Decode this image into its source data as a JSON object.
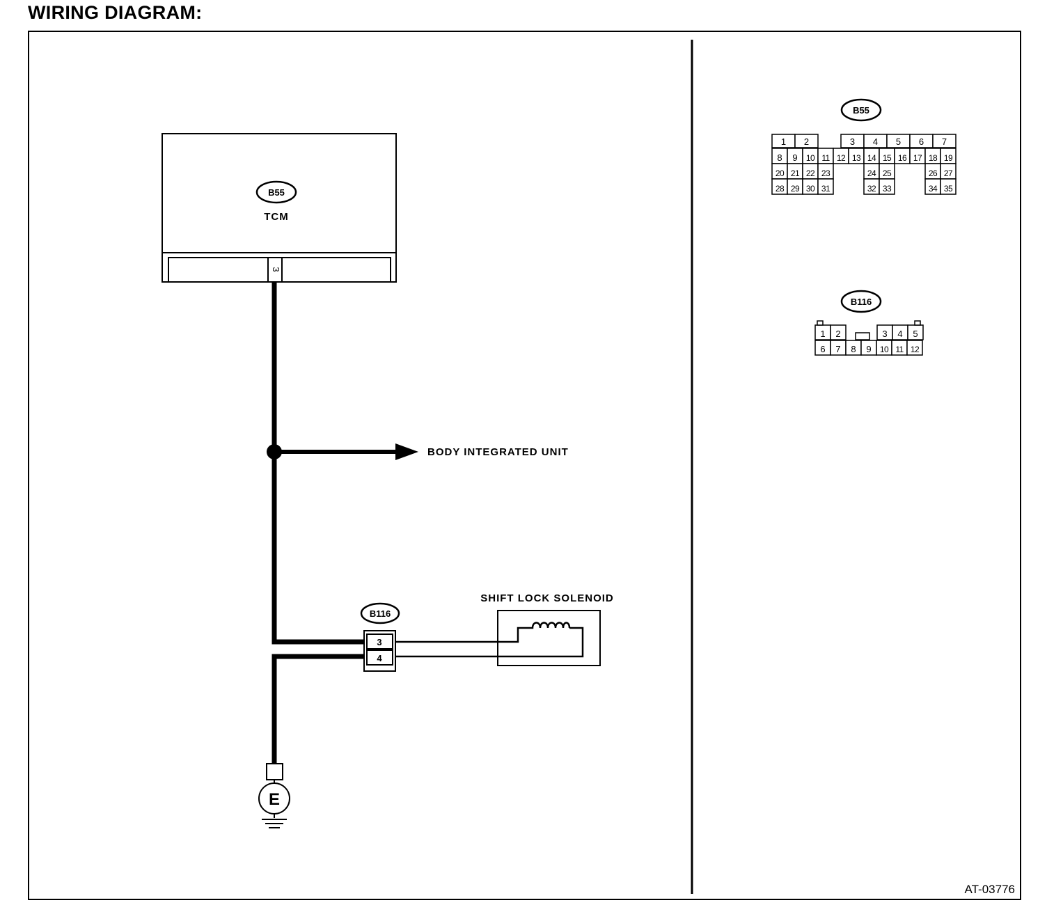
{
  "title": "WIRING DIAGRAM:",
  "figure_id": "AT-03776",
  "tcm": {
    "connector": "B55",
    "label": "TCM",
    "pin": "3"
  },
  "branch_label": "BODY INTEGRATED UNIT",
  "solenoid": {
    "label": "SHIFT LOCK SOLENOID",
    "connector": "B116",
    "pins": [
      "3",
      "4"
    ]
  },
  "ground_label": "E",
  "connector_views": {
    "b55": {
      "tag": "B55",
      "rows": [
        [
          "1",
          "2",
          "",
          "3",
          "4",
          "5",
          "6",
          "7"
        ],
        [
          "8",
          "9",
          "10",
          "11",
          "12",
          "13",
          "14",
          "15",
          "16",
          "17",
          "18",
          "19"
        ],
        [
          "20",
          "21",
          "22",
          "23",
          "",
          "",
          "24",
          "25",
          "",
          "",
          "26",
          "27"
        ],
        [
          "28",
          "29",
          "30",
          "31",
          "",
          "",
          "32",
          "33",
          "",
          "",
          "34",
          "35"
        ]
      ]
    },
    "b116": {
      "tag": "B116",
      "rows": [
        [
          "1",
          "2",
          "",
          "3",
          "4",
          "5"
        ],
        [
          "6",
          "7",
          "8",
          "9",
          "10",
          "11",
          "12"
        ]
      ]
    }
  }
}
